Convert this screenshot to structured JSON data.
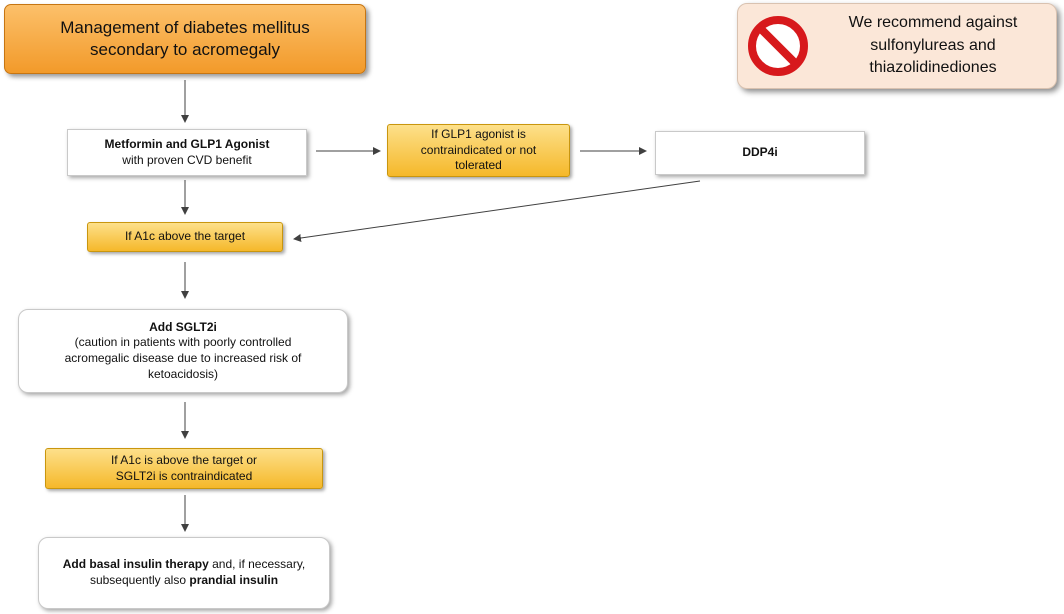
{
  "title_box": {
    "line1": "Management of diabetes mellitus",
    "line2": "secondary to acromegaly"
  },
  "warning": {
    "icon": "prohibited-icon",
    "line1": "We recommend against",
    "line2": "sulfonylureas and",
    "line3": "thiazolidinediones"
  },
  "step1": {
    "bold": "Metformin and GLP1 Agonist",
    "normal": "with proven CVD benefit"
  },
  "glp1_alt": {
    "line1": "If GLP1 agonist is",
    "line2": "contraindicated or not",
    "line3": "tolerated"
  },
  "ddp4i": {
    "label": "DDP4i"
  },
  "cond1": {
    "label": "If A1c above the target"
  },
  "step2": {
    "bold": "Add SGLT2i",
    "line1": "(caution in patients with poorly controlled",
    "line2": "acromegalic disease due to increased risk of",
    "line3": "ketoacidosis)"
  },
  "cond2": {
    "line1": "If A1c is above the target or",
    "line2": "SGLT2i is contraindicated"
  },
  "step3": {
    "bold1": "Add basal insulin therapy",
    "normal1": " and, if necessary,",
    "normal2": "subsequently also ",
    "bold2": "prandial insulin"
  },
  "colors": {
    "orange": "#f29a2a",
    "yellow": "#f5b82a",
    "warning_bg": "#fbe7d8",
    "prohibit_red": "#d7191c"
  }
}
